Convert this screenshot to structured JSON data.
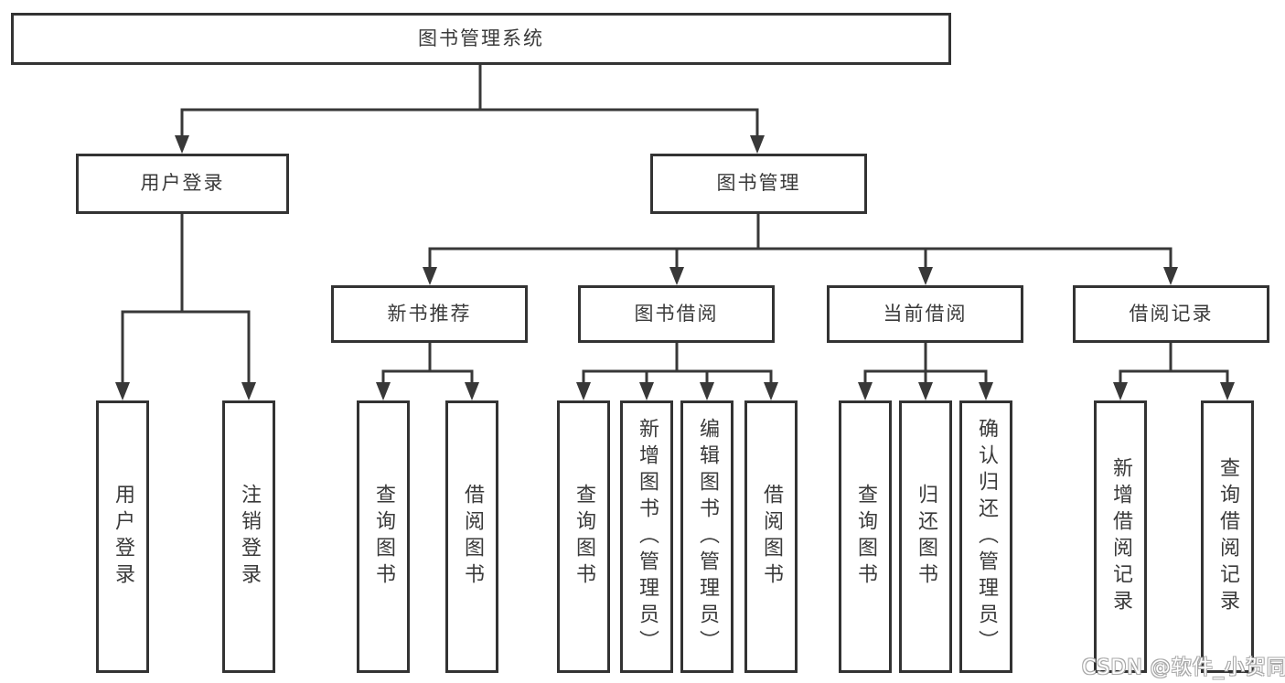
{
  "diagram": {
    "root": "图书管理系统",
    "level2": [
      "用户登录",
      "图书管理"
    ],
    "level3": [
      "新书推荐",
      "图书借阅",
      "当前借阅",
      "借阅记录"
    ],
    "leaves_login": [
      "用户登录",
      "注销登录"
    ],
    "leaves_newbook": [
      "查询图书",
      "借阅图书"
    ],
    "leaves_borrow": [
      "查询图书",
      "新增图书（管理员）",
      "编辑图书（管理员）",
      "借阅图书"
    ],
    "leaves_current": [
      "查询图书",
      "归还图书",
      "确认归还（管理员）"
    ],
    "leaves_records": [
      "新增借阅记录",
      "查询借阅记录"
    ]
  },
  "watermark": "CSDN @软件_小贺同学",
  "colors": {
    "line": "#383838",
    "box_border": "#333333",
    "text": "#3a3a3a",
    "background": "#ffffff",
    "watermark_fill": "#ffffff",
    "watermark_outline": "#a8a8a8"
  }
}
